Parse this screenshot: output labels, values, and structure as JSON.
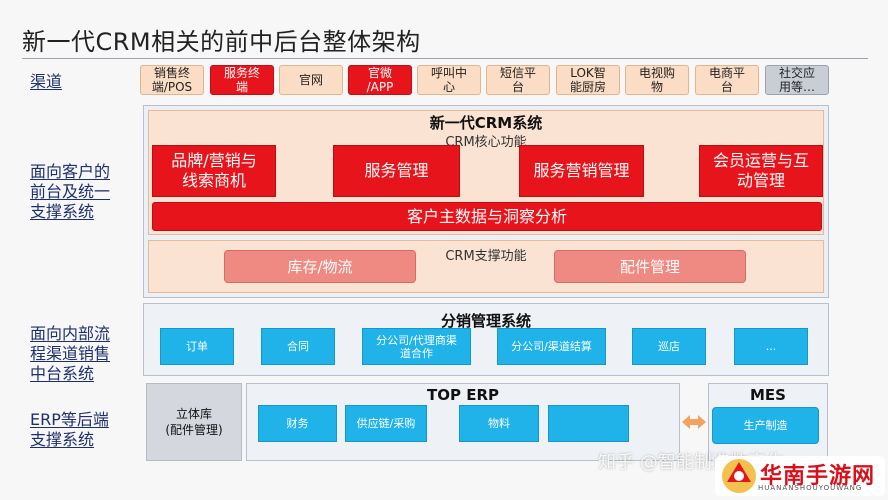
{
  "title": "新一代CRM相关的前中后台整体架构",
  "row_labels": {
    "channel": "渠道",
    "front": [
      "面向客户的",
      "前台及统一",
      "支撑系统"
    ],
    "middle": [
      "面向内部流",
      "程渠道销售",
      "中台系统"
    ],
    "back": [
      "ERP等后端",
      "支撑系统"
    ]
  },
  "channels": [
    {
      "label": "销售终\n端/POS",
      "style": "peach"
    },
    {
      "label": "服务终\n端",
      "style": "red"
    },
    {
      "label": "官网",
      "style": "peach"
    },
    {
      "label": "官微\n/APP",
      "style": "red"
    },
    {
      "label": "呼叫中\n心",
      "style": "peach"
    },
    {
      "label": "短信平\n台",
      "style": "peach"
    },
    {
      "label": "LOK智\n能厨房",
      "style": "peach"
    },
    {
      "label": "电视购\n物",
      "style": "peach"
    },
    {
      "label": "电商平\n台",
      "style": "peach"
    },
    {
      "label": "社交应\n用等…",
      "style": "gray"
    }
  ],
  "crm": {
    "title": "新一代CRM系统",
    "core_title": "CRM核心功能",
    "core_items": [
      "品牌/营销与\n线索商机",
      "服务管理",
      "服务营销管理",
      "会员运营与互\n动管理"
    ],
    "data_bar": "客户主数据与洞察分析",
    "support_title": "CRM支撑功能",
    "support_items": [
      "库存/物流",
      "配件管理"
    ]
  },
  "distribution": {
    "title": "分销管理系统",
    "items": [
      "订单",
      "合同",
      "分公司/代理商渠\n道合作",
      "分公司/渠道结算",
      "巡店",
      "..."
    ]
  },
  "back": {
    "warehouse": "立体库\n(配件管理)",
    "erp_title": "TOP  ERP",
    "erp_items": [
      "财务",
      "供应链/采购",
      "物料",
      ""
    ],
    "mes_title": "MES",
    "mes_item": "生产制造"
  },
  "watermark": "知乎 @智能制造数字化",
  "logo": {
    "name": "华南手游网",
    "sub": "HUANANSHOUYOUWANG"
  }
}
